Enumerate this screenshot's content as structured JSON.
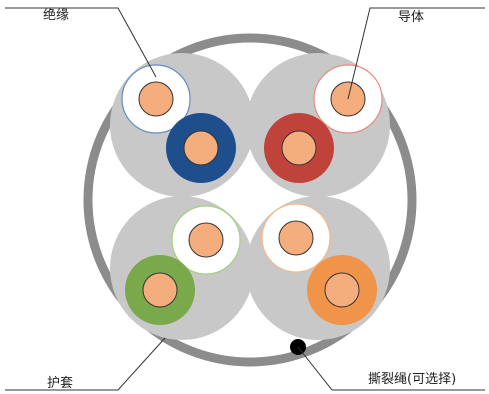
{
  "labels": {
    "insulation": "绝缘",
    "conductor": "导体",
    "jacket": "护套",
    "ripcord": "撕裂绳(可选择)"
  },
  "colors": {
    "jacket": "#8c8c8c",
    "conductor": "#f4ad7c",
    "blue": "#1f4e8c",
    "red": "#c0433b",
    "green": "#79a94a",
    "orange": "#ef9448",
    "blue_stripe": "#6b8cc2",
    "red_stripe": "#e98a80",
    "green_stripe": "#a8cf82",
    "orange_stripe": "#f4b98a",
    "ripcord": "#000000",
    "pair_outline": "#c8c8c8"
  }
}
